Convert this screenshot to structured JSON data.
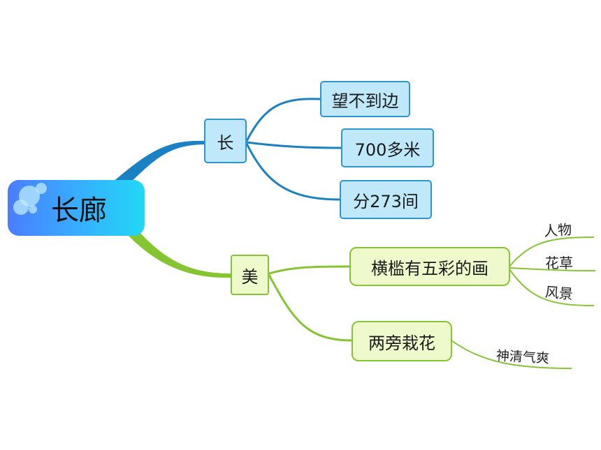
{
  "root": {
    "label": "长廊"
  },
  "branches": {
    "long": {
      "label": "长",
      "children": [
        "望不到边",
        "700多米",
        "分273间"
      ]
    },
    "beauty": {
      "label": "美",
      "children": [
        {
          "label": "横槛有五彩的画",
          "leaves": [
            "人物",
            "花草",
            "风景"
          ]
        },
        {
          "label": "两旁栽花",
          "leaves": [
            "神清气爽"
          ]
        }
      ]
    }
  },
  "colors": {
    "blue_line": "#1a82c4",
    "green_line": "#86c532",
    "blue_fill": "#bfe9fb",
    "green_fill": "#eef9cc"
  }
}
